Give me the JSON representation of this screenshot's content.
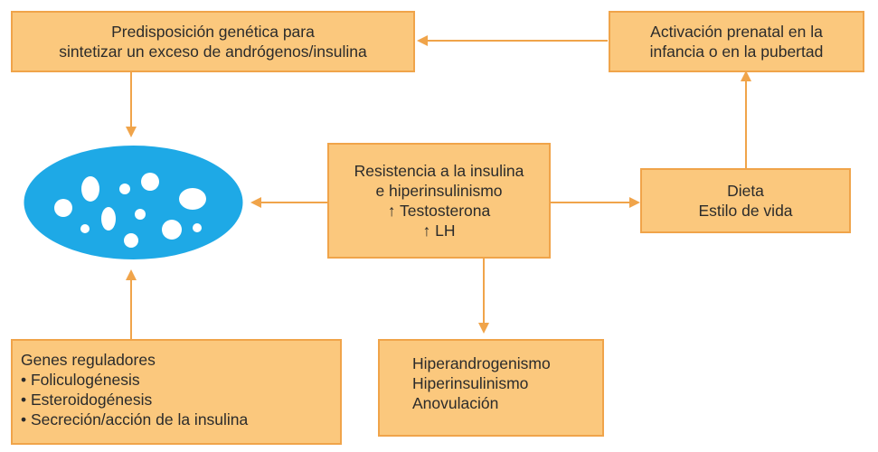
{
  "boxes": {
    "predisposition": {
      "lines": [
        "Predisposición genética para",
        "sintetizar un exceso de andrógenos/insulina"
      ]
    },
    "activation": {
      "lines": [
        "Activación prenatal en la",
        "infancia o en la pubertad"
      ]
    },
    "resistance": {
      "lines": [
        "Resistencia a la insulina",
        "e hiperinsulinismo",
        "↑ Testosterona",
        "↑ LH"
      ]
    },
    "diet": {
      "lines": [
        "Dieta",
        "Estilo de vida"
      ]
    },
    "outcomes": {
      "lines": [
        "Hiperandrogenismo",
        "Hiperinsulinismo",
        "Anovulación"
      ]
    },
    "genes": {
      "title": "Genes reguladores",
      "items": [
        "• Foliculogénesis",
        "• Esteroidogénesis",
        "• Secreción/acción de la insulina"
      ]
    }
  },
  "colors": {
    "box_fill": "#fbc87d",
    "box_border": "#f0a44a",
    "arrow": "#f0a44a",
    "ovary": "#1ea9e6",
    "follicle": "#ffffff"
  }
}
